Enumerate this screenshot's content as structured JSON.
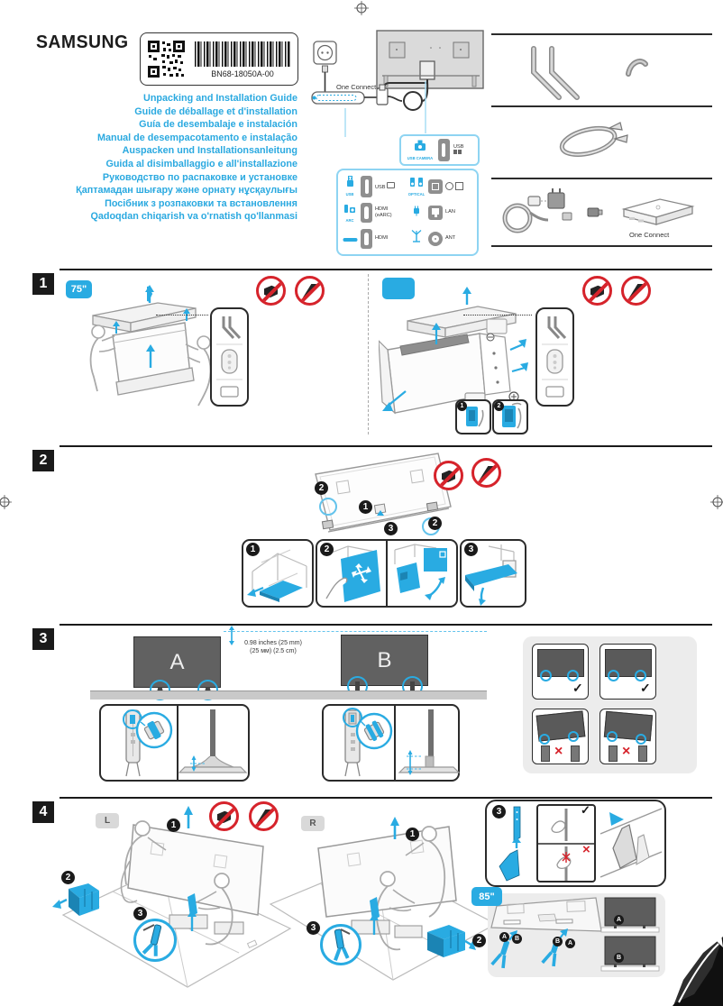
{
  "header": {
    "brand": "SAMSUNG",
    "part_number": "BN68-18050A-00",
    "titles": [
      "Unpacking and Installation Guide",
      "Guide de déballage et d'installation",
      "Guía de desembalaje e instalación",
      "Manual de desempacotamento e instalação",
      "Auspacken und Installationsanleitung",
      "Guida al disimballaggio e all'installazione",
      "Руководство по распаковке и установке",
      "Қаптамадан шығару және орнату нұсқаулығы",
      "Посібник з розпаковки та встановлення",
      "Qadoqdan chiqarish va o'rnatish qo'llanmasi"
    ],
    "one_connect_diagram_label": "One Connect",
    "one_connect_accessory_label": "One Connect",
    "ports": {
      "camera": {
        "icon_label": "USB CAMERA",
        "port_label": "USB"
      },
      "usb": {
        "icon_label": "USB",
        "port_label": "USB"
      },
      "optical": {
        "icon_label": "OPTICAL"
      },
      "arc": {
        "icon_label": "ARC",
        "port_label": "HDMI (eARC)"
      },
      "lan": {
        "port_label": "LAN"
      },
      "soundbar": {
        "port_label": "HDMI"
      },
      "ant": {
        "port_label": "ANT"
      }
    }
  },
  "sections": {
    "s1": {
      "number": "1",
      "size_badge": "75\""
    },
    "s2": {
      "number": "2"
    },
    "s3": {
      "number": "3",
      "tv_a_label": "A",
      "tv_b_label": "B",
      "measurement_line1": "0.98 inches (25 mm)",
      "measurement_line2": "(25 мм) (2.5 cm)"
    },
    "s4": {
      "number": "4",
      "left_badge": "L",
      "right_badge": "R",
      "size_badge": "85\""
    }
  },
  "steps": {
    "n1": "1",
    "n2": "2",
    "n3": "3"
  },
  "marks": {
    "check": "✓",
    "cross": "×",
    "a": "A",
    "b": "B"
  },
  "colors": {
    "accent_blue": "#29abe2",
    "title_blue": "#2aa9e0",
    "prohibition_red": "#d6232b",
    "section_black": "#1a1a1a",
    "panel_gray": "#ececec"
  }
}
